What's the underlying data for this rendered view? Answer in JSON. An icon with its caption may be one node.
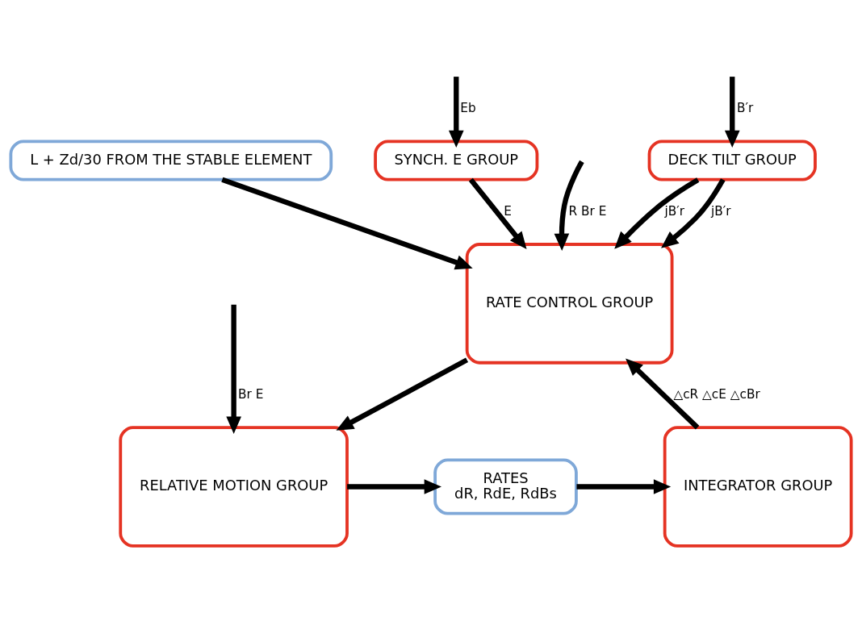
{
  "diagram": {
    "nodes": [
      {
        "text": [
          "DECK TILT GROUP"
        ]
      },
      {
        "text": [
          "L + Zd/30 FROM THE STABLE ELEMENT"
        ]
      },
      {
        "text": [
          "SYNCH. E GROUP"
        ]
      },
      {
        "text": [
          "RATE CONTROL GROUP"
        ]
      },
      {
        "text": [
          "RELATIVE MOTION GROUP"
        ]
      },
      {
        "text": [
          "RATES",
          "dR, RdE, RdBs"
        ]
      },
      {
        "text": [
          "INTEGRATOR GROUP"
        ]
      }
    ],
    "edges": [
      {
        "from": null,
        "to": 0,
        "arrow": "to",
        "label": "B′r"
      },
      {
        "from": null,
        "to": 2,
        "arrow": "to",
        "label": "Eb"
      },
      {
        "from": 0,
        "to": 3,
        "arrow": "to",
        "label": "jB′r"
      },
      {
        "from": 0,
        "to": 3,
        "arrow": "to",
        "label": "jB′r"
      },
      {
        "from": 1,
        "to": 3,
        "arrow": "to"
      },
      {
        "from": 2,
        "to": 3,
        "arrow": "to",
        "label": "E"
      },
      {
        "from": null,
        "to": 3,
        "arrow": "to",
        "label": "R Br E"
      },
      {
        "from": null,
        "to": 4,
        "arrow": "to",
        "label": "Br E"
      },
      {
        "from": 6,
        "to": 3,
        "arrow": "to",
        "label": "△cR △cE △cBr"
      },
      {
        "from": 3,
        "to": 4,
        "arrow": "to"
      },
      {
        "from": 4,
        "to": 5,
        "arrow": "to"
      },
      {
        "from": 5,
        "to": 6,
        "arrow": "to"
      }
    ]
  }
}
